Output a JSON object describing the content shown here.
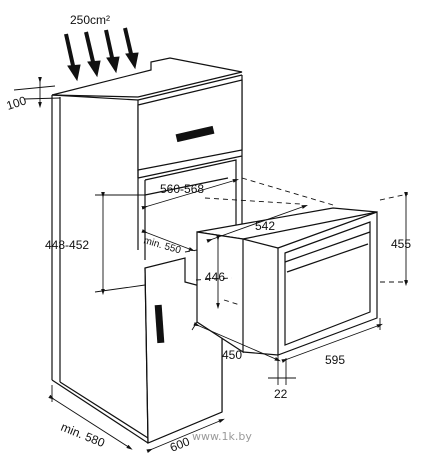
{
  "diagram": {
    "labels": {
      "vent_area": "250cm²",
      "top_depth": "100",
      "niche_width": "560-568",
      "niche_height": "448-452",
      "min_depth_niche": "min. 550",
      "oven_width_body": "542",
      "oven_height_body": "446",
      "oven_height_front": "455",
      "oven_depth": "450",
      "oven_width_front": "595",
      "front_thickness": "22",
      "cabinet_min_depth": "min. 580",
      "cabinet_width": "600"
    },
    "watermark": "www.1k.by"
  }
}
